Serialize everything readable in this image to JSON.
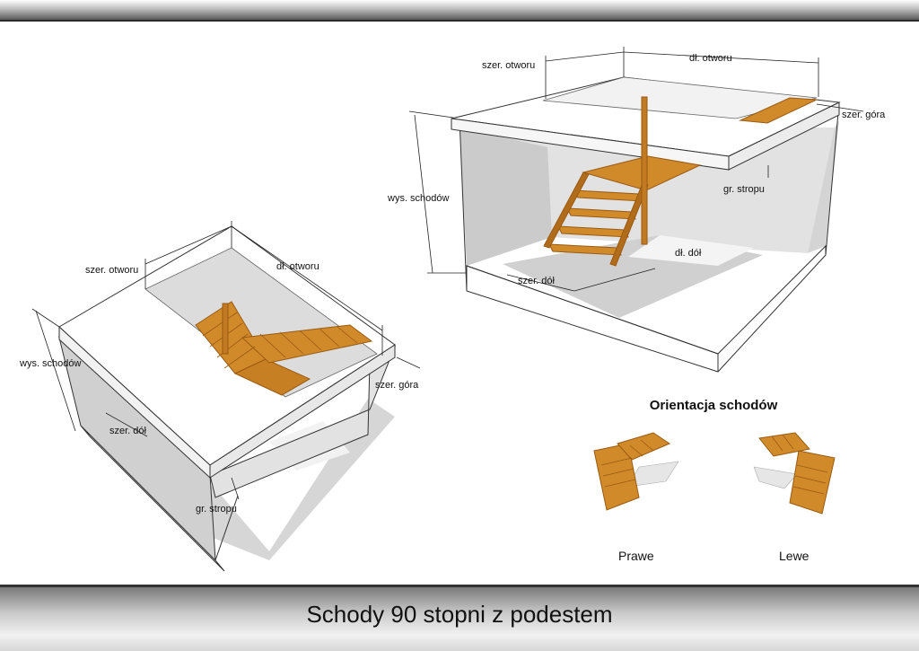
{
  "title": "Schody 90 stopni z podestem",
  "left_view": {
    "labels": {
      "szer_otworu": "szer. otworu",
      "dl_otworu": "dł. otworu",
      "wys_schodow": "wys. schodów",
      "szer_gora": "szer. góra",
      "szer_dol": "szer. dół",
      "gr_stropu": "gr. stropu"
    }
  },
  "right_view": {
    "labels": {
      "szer_otworu": "szer. otworu",
      "dl_otworu": "dł. otworu",
      "szer_gora": "szer. góra",
      "wys_schodow": "wys. schodów",
      "gr_stropu": "gr. stropu",
      "dl_dol": "dł. dół",
      "szer_dol": "szer. dół"
    }
  },
  "orientation": {
    "title": "Orientacja schodów",
    "right_label": "Prawe",
    "left_label": "Lewe"
  },
  "colors": {
    "wood": "#d08a2a",
    "wood_dark": "#9a5a12",
    "shadow": "#cfcfcf",
    "slab": "#ffffff",
    "outline": "#333333"
  }
}
